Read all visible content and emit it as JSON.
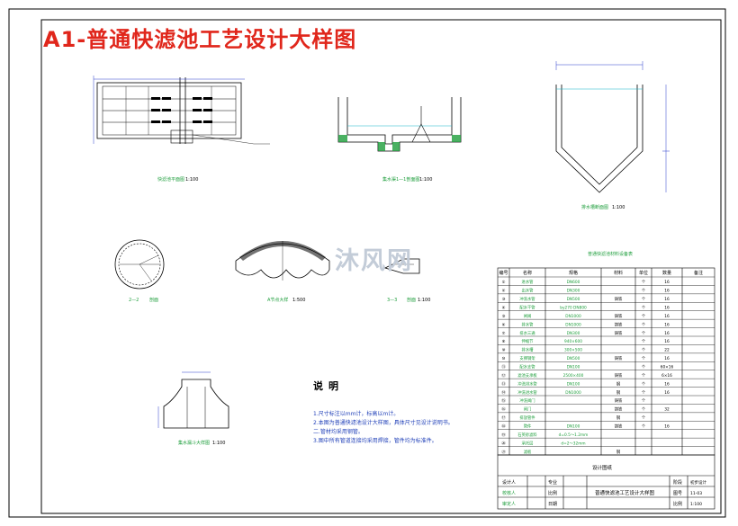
{
  "title": "A1-普通快滤池工艺设计大样图",
  "watermark": "沐风网",
  "captions": {
    "plan": "快滤池平面图",
    "plan_scale": "1:100",
    "section11": "集水渠1—1剖面图",
    "section11_scale": "1:100",
    "hopper": "排水槽断面图",
    "hopper_scale": "1:100",
    "sec22": "2—2",
    "sec22_word": "剖面",
    "detail_a": "A节点大样",
    "detail_a_scale": "1:500",
    "sec33": "3—3",
    "sec33_word": "剖面",
    "sec33_scale": "1:100",
    "funnel": "集水漏斗大样图",
    "funnel_scale": "1:100",
    "table_heading": "普通快滤池材料设备表"
  },
  "notes": {
    "heading": "说明",
    "items": [
      "1.尺寸标注以mm计，标高以m计。",
      "2.本图为普通快滤池设计大样图，具体尺寸见设计说明书。",
      "二.管材均采用钢管。",
      "3.图中所有管道连接均采用焊接，管件均为标准件。"
    ]
  },
  "table": {
    "headers": [
      "编号",
      "名称",
      "规格",
      "材料",
      "单位",
      "数量",
      "备注"
    ],
    "rows": [
      [
        "①",
        "进水管",
        "DN600",
        "",
        "个",
        "16",
        ""
      ],
      [
        "②",
        "出水管",
        "DN300",
        "",
        "个",
        "16",
        ""
      ],
      [
        "③",
        "冲洗水管",
        "DN500",
        "铸铁",
        "个",
        "16",
        ""
      ],
      [
        "④",
        "配水干管",
        "by270 DN800",
        "",
        "个",
        "16",
        ""
      ],
      [
        "⑤",
        "闸阀",
        "DN1000",
        "铸铁",
        "个",
        "16",
        ""
      ],
      [
        "⑥",
        "排水管",
        "DN1000",
        "铸铁",
        "个",
        "16",
        ""
      ],
      [
        "⑦",
        "排水三通",
        "DN300",
        "铸铁",
        "个",
        "16",
        ""
      ],
      [
        "⑧",
        "伸缩节",
        "940×600",
        "",
        "个",
        "16",
        ""
      ],
      [
        "⑨",
        "排水槽",
        "300×500",
        "",
        "个",
        "22",
        ""
      ],
      [
        "⑩",
        "支撑钢架",
        "DN500",
        "铸铁",
        "个",
        "16",
        ""
      ],
      [
        "⑪",
        "配水支管",
        "DN100",
        "",
        "个",
        "60×16",
        ""
      ],
      [
        "⑫",
        "滤池支承板",
        "2500×400",
        "铸铁",
        "个",
        "6×16",
        ""
      ],
      [
        "⑬",
        "冲洗排水管",
        "DN100",
        "钢",
        "个",
        "16",
        ""
      ],
      [
        "⑭",
        "冲洗进水管",
        "DN1000",
        "钢",
        "个",
        "16",
        ""
      ],
      [
        "⑮",
        "冲洗阀门",
        "",
        "铸铁",
        "个",
        "",
        ""
      ],
      [
        "⑯",
        "闸门",
        "",
        "铸铁",
        "个",
        "32",
        ""
      ],
      [
        "⑰",
        "排放管件",
        "",
        "钢",
        "个",
        "",
        ""
      ],
      [
        "⑱",
        "管件",
        "DN100",
        "铸铁",
        "个",
        "16",
        ""
      ],
      [
        "⑲",
        "石英砂滤料",
        "d=0.5～1.2mm",
        "",
        "",
        "",
        ""
      ],
      [
        "⑳",
        "承托层",
        "d=2～32mm",
        "",
        "",
        "",
        ""
      ],
      [
        "㉑",
        "滤板",
        "",
        "钢",
        "",
        "",
        ""
      ]
    ]
  },
  "title_block": {
    "design_unit": "设计图纸",
    "labels_left": [
      "设计人",
      "校核人",
      "审定人"
    ],
    "labels_mid": [
      "专业",
      "比例",
      "日期"
    ],
    "drawing_name": "普通快滤池工艺设计大样图",
    "labels_right": [
      "阶段",
      "图号",
      "比例"
    ],
    "values_right": [
      "初步设计",
      "11-03",
      "1:100"
    ]
  },
  "colors": {
    "title_red": "#e0261b",
    "outline_black": "#000000",
    "caption_green": "#1e9e3c",
    "water_cyan": "#14b4c8",
    "dim_blue": "#2a3fcc",
    "watermark_grey": "#c3ccd8"
  }
}
